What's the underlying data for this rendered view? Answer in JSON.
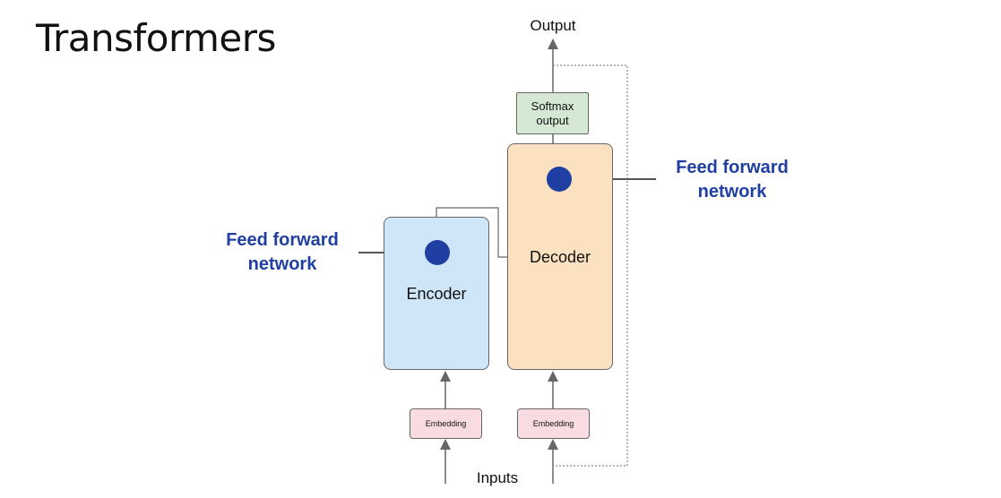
{
  "title": "Transformers",
  "output_label": "Output",
  "inputs_label": "Inputs",
  "softmax_label": "Softmax output",
  "encoder_label": "Encoder",
  "decoder_label": "Decoder",
  "embedding_label_1": "Embedding",
  "embedding_label_2": "Embedding",
  "ff_label_left": "Feed forward network",
  "ff_label_right": "Feed forward network",
  "colors": {
    "encoder": "#cfe6f8",
    "decoder": "#fbe1bf",
    "softmax": "#d5e8d4",
    "embedding": "#f9dce2",
    "accent": "#1f3fa3"
  }
}
